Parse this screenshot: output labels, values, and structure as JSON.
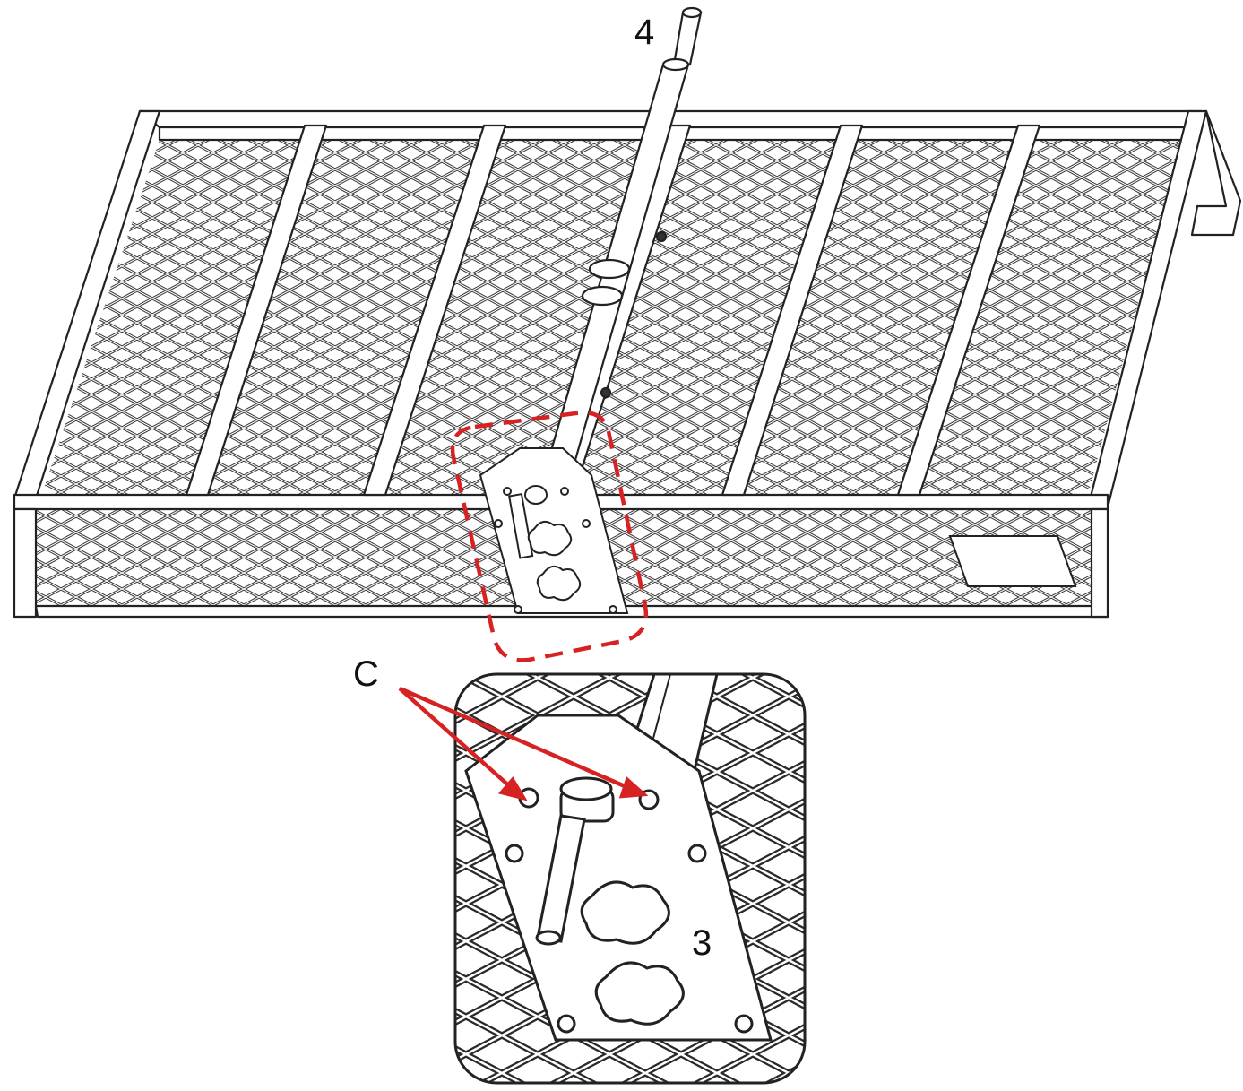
{
  "callouts": {
    "part_rod": "4",
    "bolts": "C",
    "plate": "3"
  },
  "colors": {
    "line": "#222222",
    "mesh": "#3a3a3a",
    "highlight": "#d62222",
    "background": "#ffffff"
  }
}
